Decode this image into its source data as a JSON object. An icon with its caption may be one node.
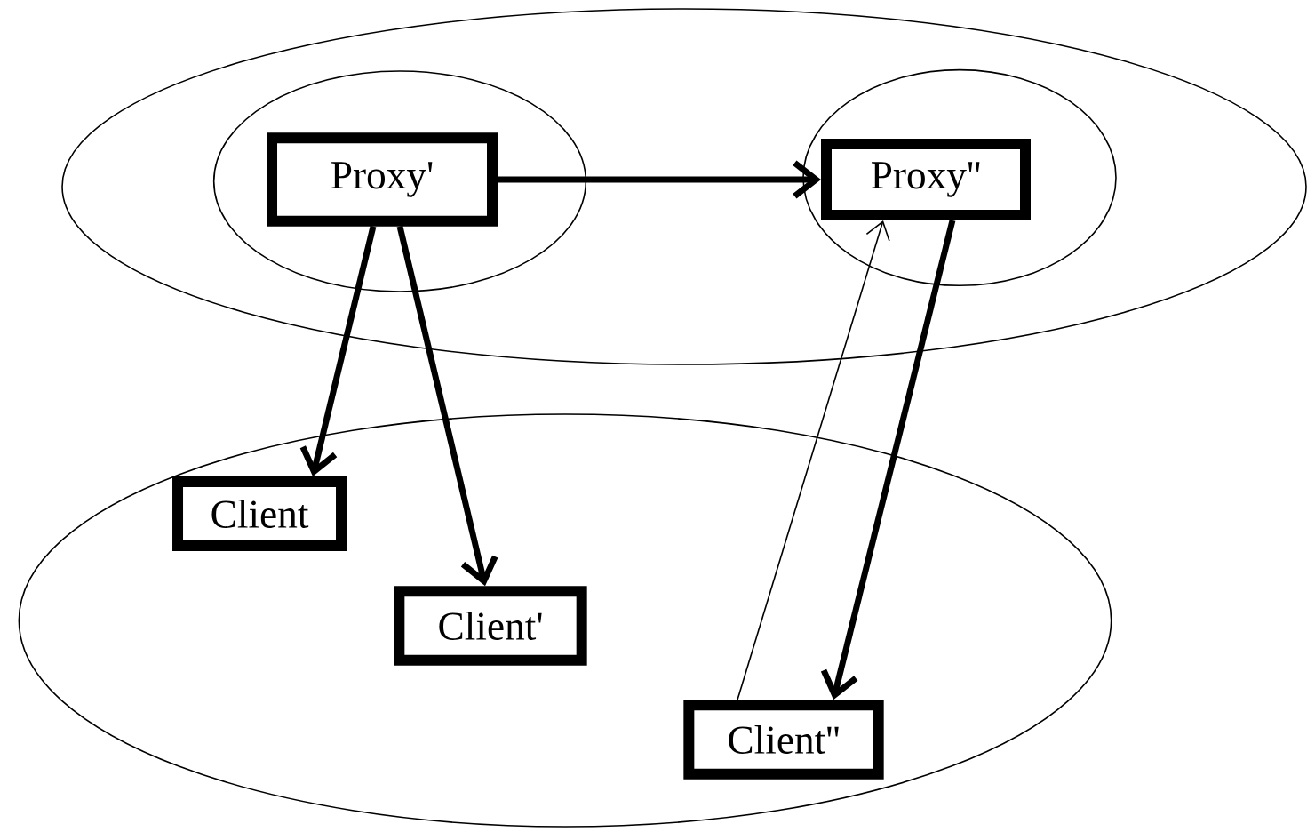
{
  "diagram": {
    "nodes": [
      {
        "text": [],
        "shape": "ellipse"
      },
      {
        "text": [],
        "shape": "ellipse",
        "in": 0
      },
      {
        "text": [
          "Proxy'"
        ],
        "in": 1
      },
      {
        "text": [],
        "shape": "ellipse",
        "in": 0
      },
      {
        "text": [
          "Proxy''"
        ],
        "in": 3
      },
      {
        "text": [],
        "shape": "ellipse"
      },
      {
        "text": [
          "Client"
        ],
        "in": 5
      },
      {
        "text": [
          "Client'"
        ],
        "in": 5
      },
      {
        "text": [
          "Client''"
        ],
        "in": 5
      }
    ],
    "edges": [
      {
        "from": 2,
        "to": 4,
        "arrow": "to"
      },
      {
        "from": 2,
        "to": 6,
        "arrow": "to"
      },
      {
        "from": 2,
        "to": 7,
        "arrow": "to"
      },
      {
        "from": 4,
        "to": 8,
        "arrow": "to"
      },
      {
        "from": 8,
        "to": 4,
        "arrow": "to"
      }
    ]
  }
}
